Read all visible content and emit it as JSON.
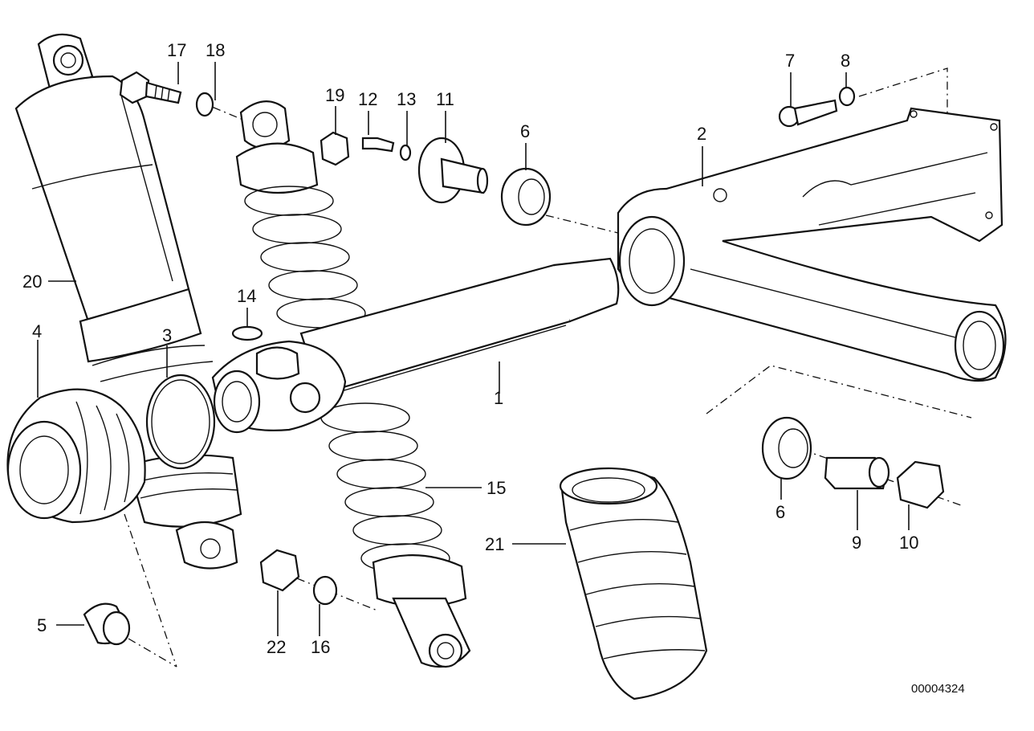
{
  "diagram": {
    "labels": {
      "p1": "1",
      "p2": "2",
      "p3": "3",
      "p4": "4",
      "p5": "5",
      "p6a": "6",
      "p6b": "6",
      "p7": "7",
      "p8": "8",
      "p9": "9",
      "p10": "10",
      "p11": "11",
      "p12": "12",
      "p13": "13",
      "p14": "14",
      "p15": "15",
      "p16": "16",
      "p17": "17",
      "p18": "18",
      "p19": "19",
      "p20": "20",
      "p21": "21",
      "p22": "22"
    },
    "drawing_number": "00004324"
  }
}
